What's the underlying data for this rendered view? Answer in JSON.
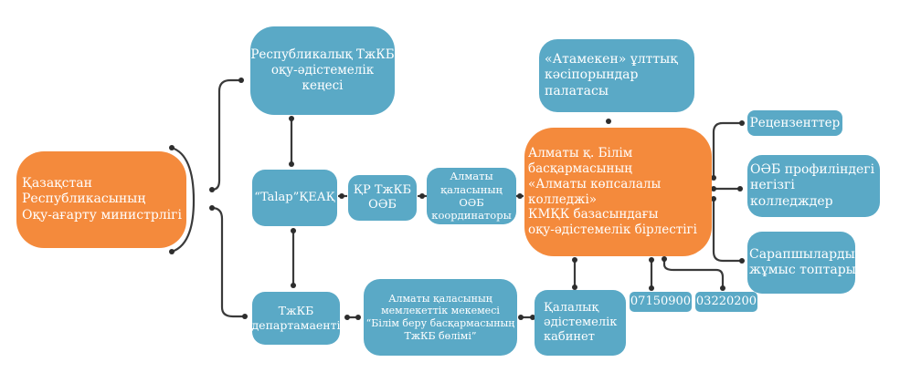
{
  "colors": {
    "primary_node": "#f48a3c",
    "secondary_node": "#5aa9c6",
    "connector": "#3a3a3a",
    "text": "#ffffff"
  },
  "nodes": {
    "ministry": {
      "lines": [
        "Қазақстан Республикасының",
        "Оқу-ағарту министрлігі"
      ]
    },
    "republic_council": {
      "lines": [
        "Республикалық ТжКБ",
        "оқу-әдістемелік кеңесі"
      ]
    },
    "talap": {
      "lines": [
        "“Talap”ҚЕАҚ"
      ]
    },
    "kr_oeb": {
      "lines": [
        "ҚР ТжКБ",
        "ОӘБ"
      ]
    },
    "almaty_coordinators": {
      "lines": [
        "Алматы",
        "қаласының ОӘБ",
        "координаторы"
      ]
    },
    "tzhkb_department": {
      "lines": [
        "ТжКБ",
        "департамаенті"
      ]
    },
    "almaty_state_institution": {
      "lines": [
        "Алматы қаласының",
        "мемлекеттік мекемесі",
        "“Білім беру басқармасының",
        "ТжКБ бөлімі”"
      ]
    },
    "atameken": {
      "lines": [
        "«Атамекен» ұлттық",
        "кәсіпорындар палатасы"
      ]
    },
    "methodical_union": {
      "lines": [
        "Алматы қ. Білім басқармасының",
        "«Алматы көпсалалы колледжі»",
        "КМҚК базасындағы",
        "оқу-әдістемелік бірлестігі"
      ]
    },
    "city_cabinet": {
      "lines": [
        "Қалалық",
        "әдістемелік",
        "кабинет"
      ]
    },
    "code_1": {
      "lines": [
        "07150900"
      ]
    },
    "code_2": {
      "lines": [
        "03220200"
      ]
    },
    "reviewers": {
      "lines": [
        "Рецензенттер"
      ]
    },
    "core_colleges": {
      "lines": [
        "ОӘБ профиліндегі",
        "негізгі колледждер"
      ]
    },
    "expert_groups": {
      "lines": [
        "Сарапшылардың",
        "жұмыс топтары"
      ]
    }
  }
}
